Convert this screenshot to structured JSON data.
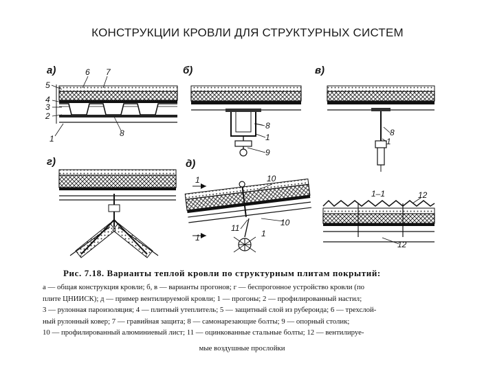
{
  "header": {
    "title": "КОНСТРУКЦИИ КРОВЛИ ДЛЯ СТРУКТУРНЫХ СИСТЕМ"
  },
  "figure": {
    "panels": {
      "a": "а)",
      "b": "б)",
      "v": "в)",
      "g": "г)",
      "d": "д)"
    },
    "labels": {
      "n1": "1",
      "n2": "2",
      "n3": "3",
      "n4": "4",
      "n5": "5",
      "n6": "6",
      "n7": "7",
      "n8": "8",
      "n9": "9",
      "n10": "10",
      "n11": "11",
      "n12": "12",
      "section": "1–1"
    }
  },
  "caption": {
    "title": "Рис. 7.18. Варианты теплой кровли по структурным плитам покрытий:",
    "lines": [
      "а — общая конструкция кровли; б, в — варианты прогонов; г — беспрогонное устройство кровли (по",
      "плите ЦНИИСК); д — пример вентилируемой кровли; 1 — прогоны; 2 — профилированный настил;",
      "3 — рулонная пароизоляция; 4 — плитный утеплитель; 5 — защитный слой из рубероида; 6 — трехслой-",
      "ный рулонный ковер; 7 — гравийная защита; 8 — самонарезающие болты; 9 — опорный столик;",
      "10 — профилированный алюминиевый лист; 11 — оцинкованные стальные болты; 12 — вентилируе-"
    ],
    "last": "мые воздушные прослойки"
  }
}
